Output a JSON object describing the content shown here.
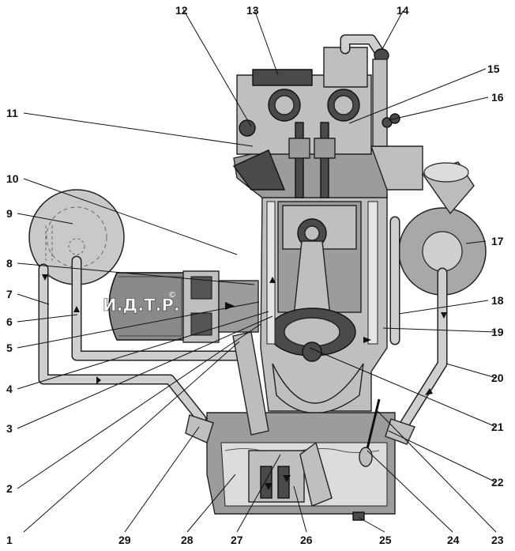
{
  "watermark": {
    "text": "И.Д.Т.Р.",
    "mark": "©"
  },
  "callouts": [
    {
      "id": "1",
      "text": "1"
    },
    {
      "id": "2",
      "text": "2"
    },
    {
      "id": "3",
      "text": "3"
    },
    {
      "id": "4",
      "text": "4"
    },
    {
      "id": "5",
      "text": "5"
    },
    {
      "id": "6",
      "text": "6"
    },
    {
      "id": "7",
      "text": "7"
    },
    {
      "id": "8",
      "text": "8"
    },
    {
      "id": "9",
      "text": "9"
    },
    {
      "id": "10",
      "text": "10"
    },
    {
      "id": "11",
      "text": "11"
    },
    {
      "id": "12",
      "text": "12"
    },
    {
      "id": "13",
      "text": "13"
    },
    {
      "id": "14",
      "text": "14"
    },
    {
      "id": "15",
      "text": "15"
    },
    {
      "id": "16",
      "text": "16"
    },
    {
      "id": "17",
      "text": "17"
    },
    {
      "id": "18",
      "text": "18"
    },
    {
      "id": "19",
      "text": "19"
    },
    {
      "id": "20",
      "text": "20"
    },
    {
      "id": "21",
      "text": "21"
    },
    {
      "id": "22",
      "text": "22"
    },
    {
      "id": "23",
      "text": "23"
    },
    {
      "id": "24",
      "text": "24"
    },
    {
      "id": "25",
      "text": "25"
    },
    {
      "id": "26",
      "text": "26"
    },
    {
      "id": "27",
      "text": "27"
    },
    {
      "id": "28",
      "text": "28"
    },
    {
      "id": "29",
      "text": "29"
    }
  ],
  "colors": {
    "metal": "#bfbfbf",
    "metal_dark": "#9c9c9c",
    "oil": "#dcdcdc",
    "outline": "#222222"
  }
}
